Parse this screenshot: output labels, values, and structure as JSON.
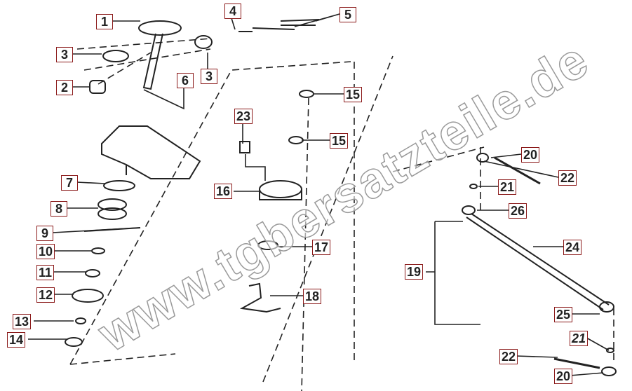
{
  "watermark": "www.tgbersatzteile.de",
  "colors": {
    "label_border": "#8b1a1a",
    "line": "#222222",
    "watermark": "#9a9a9a"
  },
  "labels": [
    "1",
    "3",
    "2",
    "4",
    "5",
    "3",
    "6",
    "23",
    "15",
    "15",
    "20",
    "22",
    "21",
    "26",
    "7",
    "8",
    "16",
    "9",
    "10",
    "17",
    "11",
    "24",
    "19",
    "12",
    "18",
    "25",
    "13",
    "14",
    "21",
    "22",
    "20"
  ]
}
